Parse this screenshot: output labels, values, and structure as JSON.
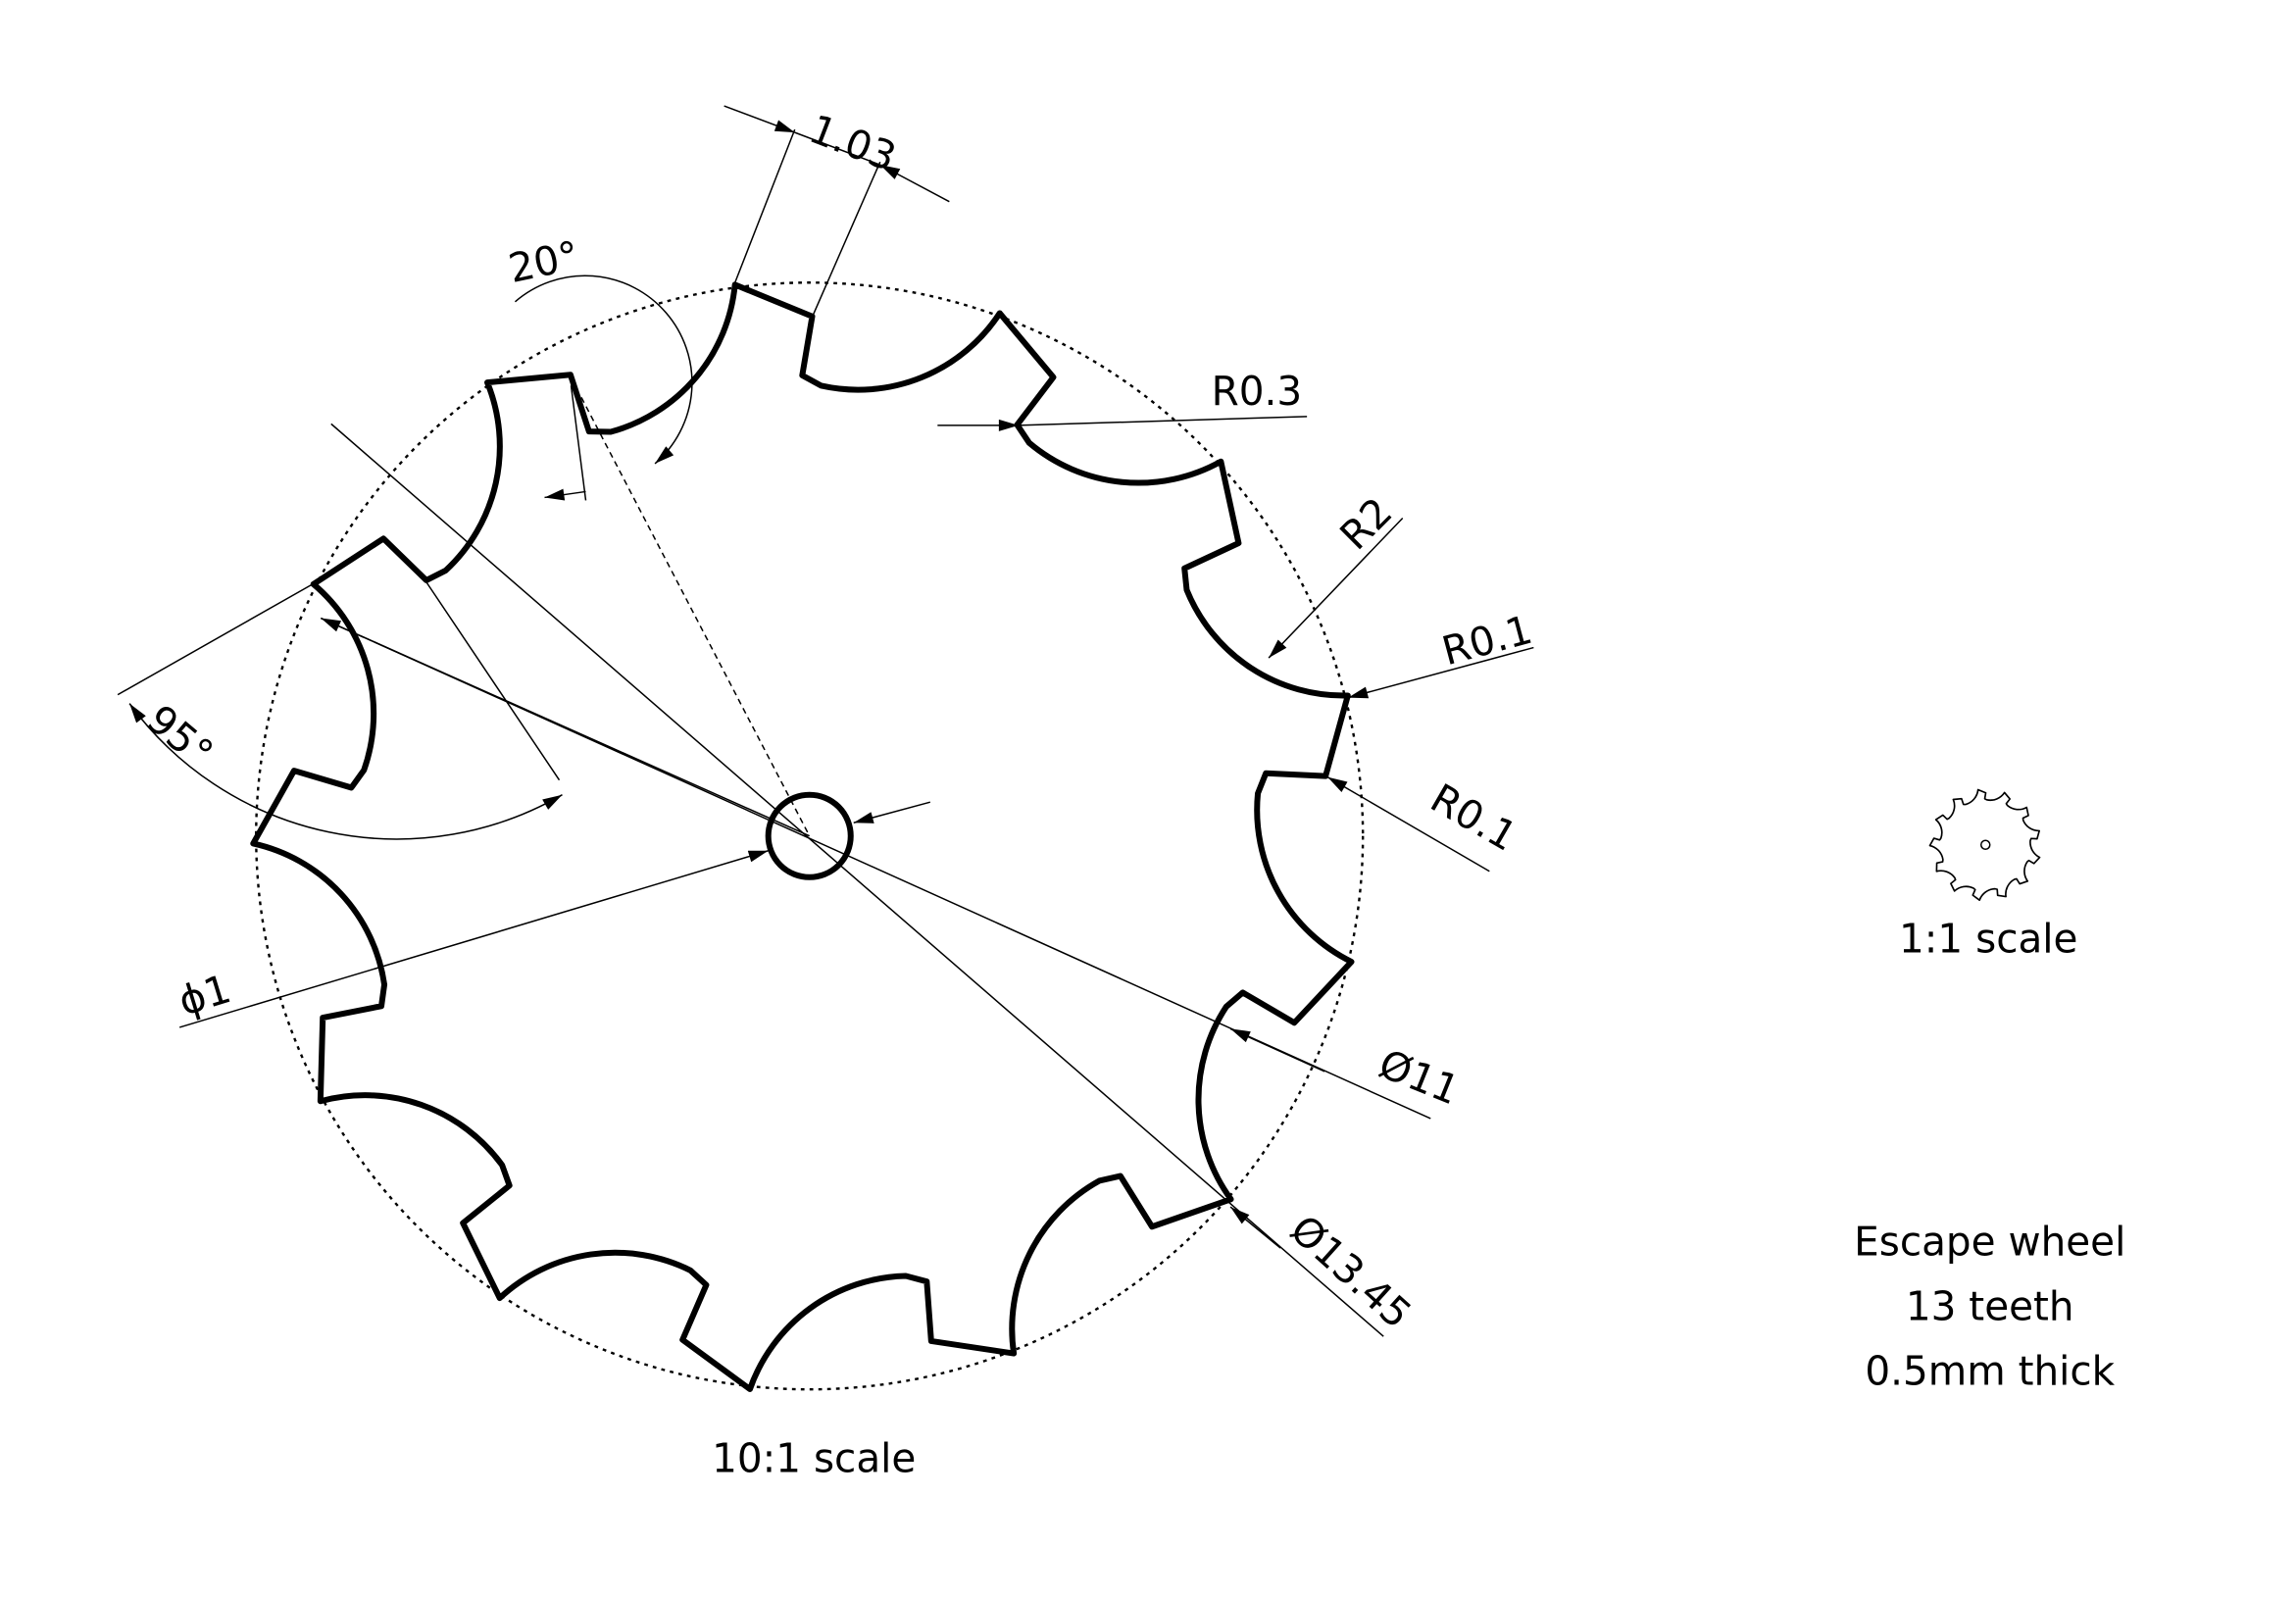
{
  "title": "Escape wheel",
  "notes": {
    "line1": "Escape wheel",
    "line2": "13 teeth",
    "line3": "0.5mm thick"
  },
  "scales": {
    "main": "10:1 scale",
    "small": "1:1 scale"
  },
  "gear": {
    "teeth": 13,
    "outer_diameter_mm": 13.45,
    "root_diameter_mm": 11,
    "hole_diameter_mm": 1
  },
  "dimensions": {
    "tooth_width": "1.03",
    "tooth_angle": "20°",
    "radius_notch": "R0.3",
    "radius_arc": "R2",
    "radius_tip_1": "R0.1",
    "radius_tip_2": "R0.1",
    "flank_angle": "95°",
    "hole": "ϕ1",
    "root_diameter": "Ø11",
    "outer_diameter": "Ø13.45"
  }
}
